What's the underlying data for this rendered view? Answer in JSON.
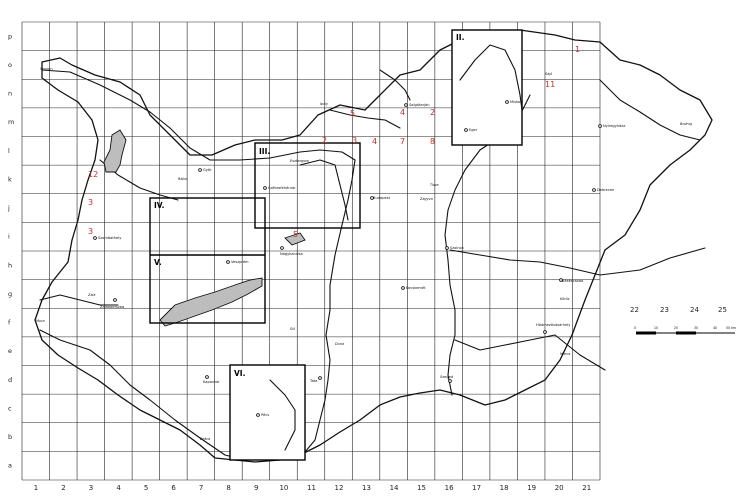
{
  "grid": {
    "rows": [
      "a",
      "b",
      "c",
      "d",
      "e",
      "f",
      "g",
      "h",
      "i",
      "j",
      "k",
      "l",
      "m",
      "n",
      "o",
      "p"
    ],
    "cols": [
      "1",
      "2",
      "3",
      "4",
      "5",
      "6",
      "7",
      "8",
      "9",
      "10",
      "11",
      "12",
      "13",
      "14",
      "15",
      "16",
      "17",
      "18",
      "19",
      "20",
      "21"
    ],
    "extra_cols": [
      "22",
      "23",
      "24",
      "25"
    ]
  },
  "insets": [
    {
      "id": "II",
      "label": "II."
    },
    {
      "id": "III",
      "label": "III."
    },
    {
      "id": "IV",
      "label": "IV."
    },
    {
      "id": "V",
      "label": "V."
    },
    {
      "id": "VI",
      "label": "VI."
    }
  ],
  "red_numbers": [
    "1",
    "11",
    "4",
    "2",
    "5",
    "2",
    "3",
    "4",
    "7",
    "8",
    "12",
    "3",
    "3",
    "5"
  ],
  "cities": [
    "Sopron",
    "Győr",
    "Budapest",
    "Szombathely",
    "Veszprém",
    "Pécs",
    "Szeged",
    "Debrecen",
    "Miskolc",
    "Nyíregyháza",
    "Kecskemét",
    "Szolnok",
    "Eger",
    "Salgótarján",
    "Kaposvár",
    "Székesfehérvár",
    "Nagykanizsa",
    "Békéscsaba",
    "Hódmezővásárhely",
    "Zalaegerszeg",
    "Tata",
    "Esztergom"
  ],
  "rivers": [
    "Duna",
    "Tisza",
    "Rába",
    "Dráva",
    "Zala",
    "Mura",
    "Körös",
    "Maros",
    "Sajó",
    "Zagyva",
    "Ipoly",
    "Sió",
    "Bodrog"
  ],
  "scale": {
    "ticks": [
      "0",
      "10",
      "20",
      "30",
      "40",
      "50 km"
    ]
  },
  "colors": {
    "lake": "#bdbdbd",
    "red_numbers": "#c0302a",
    "lines": "#111111"
  }
}
